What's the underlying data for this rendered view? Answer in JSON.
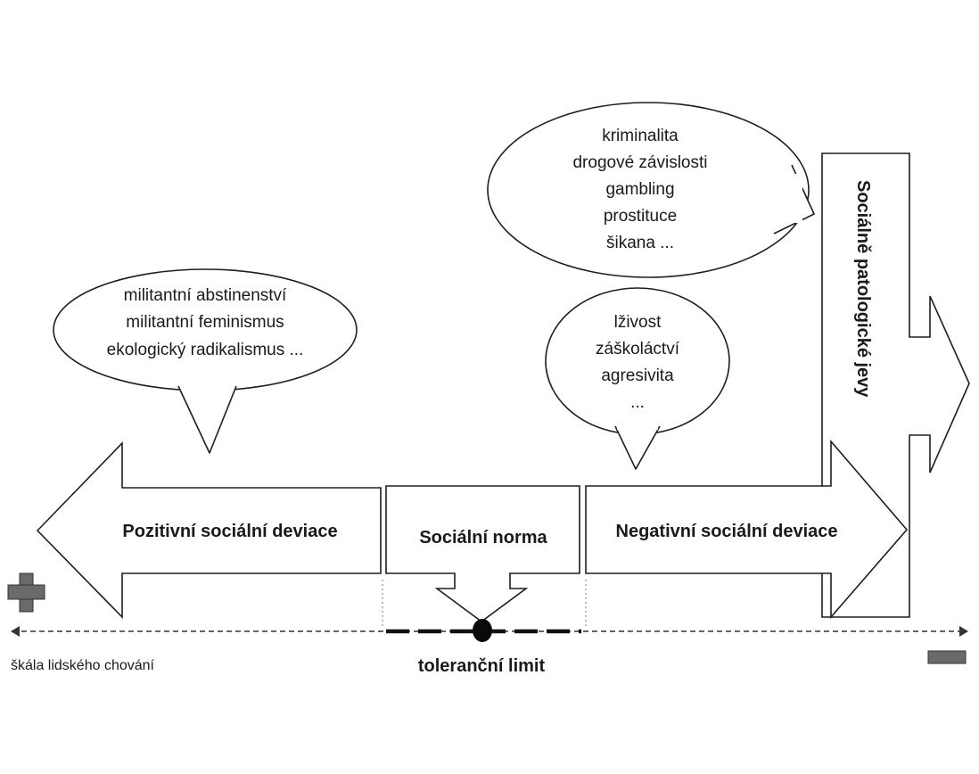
{
  "bubbles": {
    "positive": [
      "militantní abstinenství",
      "militantní feminismus",
      "ekologický radikalismus ..."
    ],
    "pathologic": [
      "kriminalita",
      "drogové závislosti",
      "gambling",
      "prostituce",
      "šikana ..."
    ],
    "negative": [
      "lživost",
      "záškoláctví",
      "agresivita",
      "..."
    ]
  },
  "arrows": {
    "positive": "Pozitivní sociální deviace",
    "norm": "Sociální norma",
    "negative": "Negativní sociální deviace",
    "pathologic": "Sociálně patologické jevy"
  },
  "scale_label": "škála lidského chování",
  "tolerance_label": "toleranční limit",
  "plus_icon": "plus-sign",
  "minus_icon": "minus-sign"
}
